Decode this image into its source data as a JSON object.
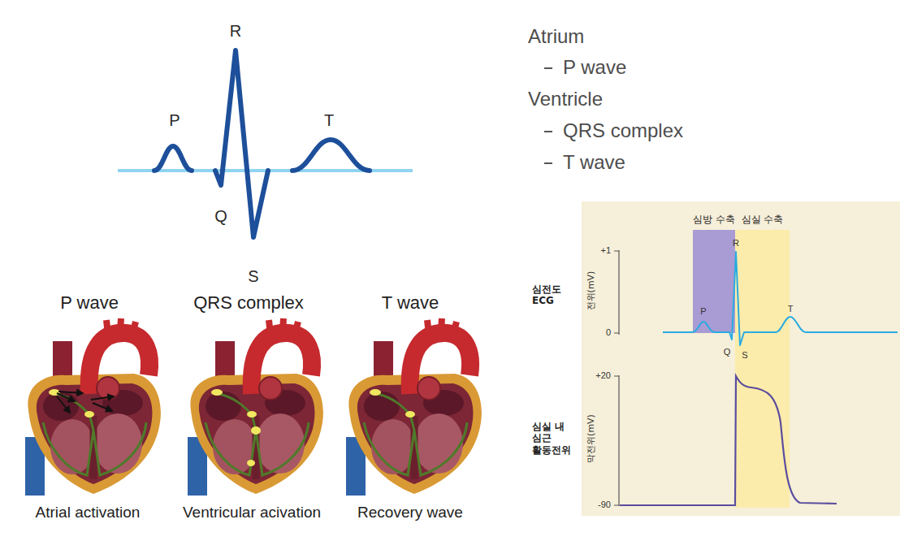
{
  "diagram": {
    "nodes": [
      {
        "text": [
          "심방 수축"
        ]
      },
      {
        "text": [
          "심실 수축"
        ]
      }
    ],
    "labels": [
      "R",
      "P",
      "T",
      "Q",
      "S",
      "P wave",
      "QRS complex",
      "T wave",
      "Atrial activation",
      "Ventricular acivation",
      "Recovery wave",
      "Atrium",
      "P wave",
      "Ventricle",
      "QRS complex",
      "T wave",
      "+1",
      "0",
      "P",
      "R",
      "Q",
      "S",
      "T",
      "전위(mV)",
      "심전도 ECG",
      "+20",
      "-90",
      "막전위(mV)",
      "심실 내 심근 활동전위"
    ]
  }
}
